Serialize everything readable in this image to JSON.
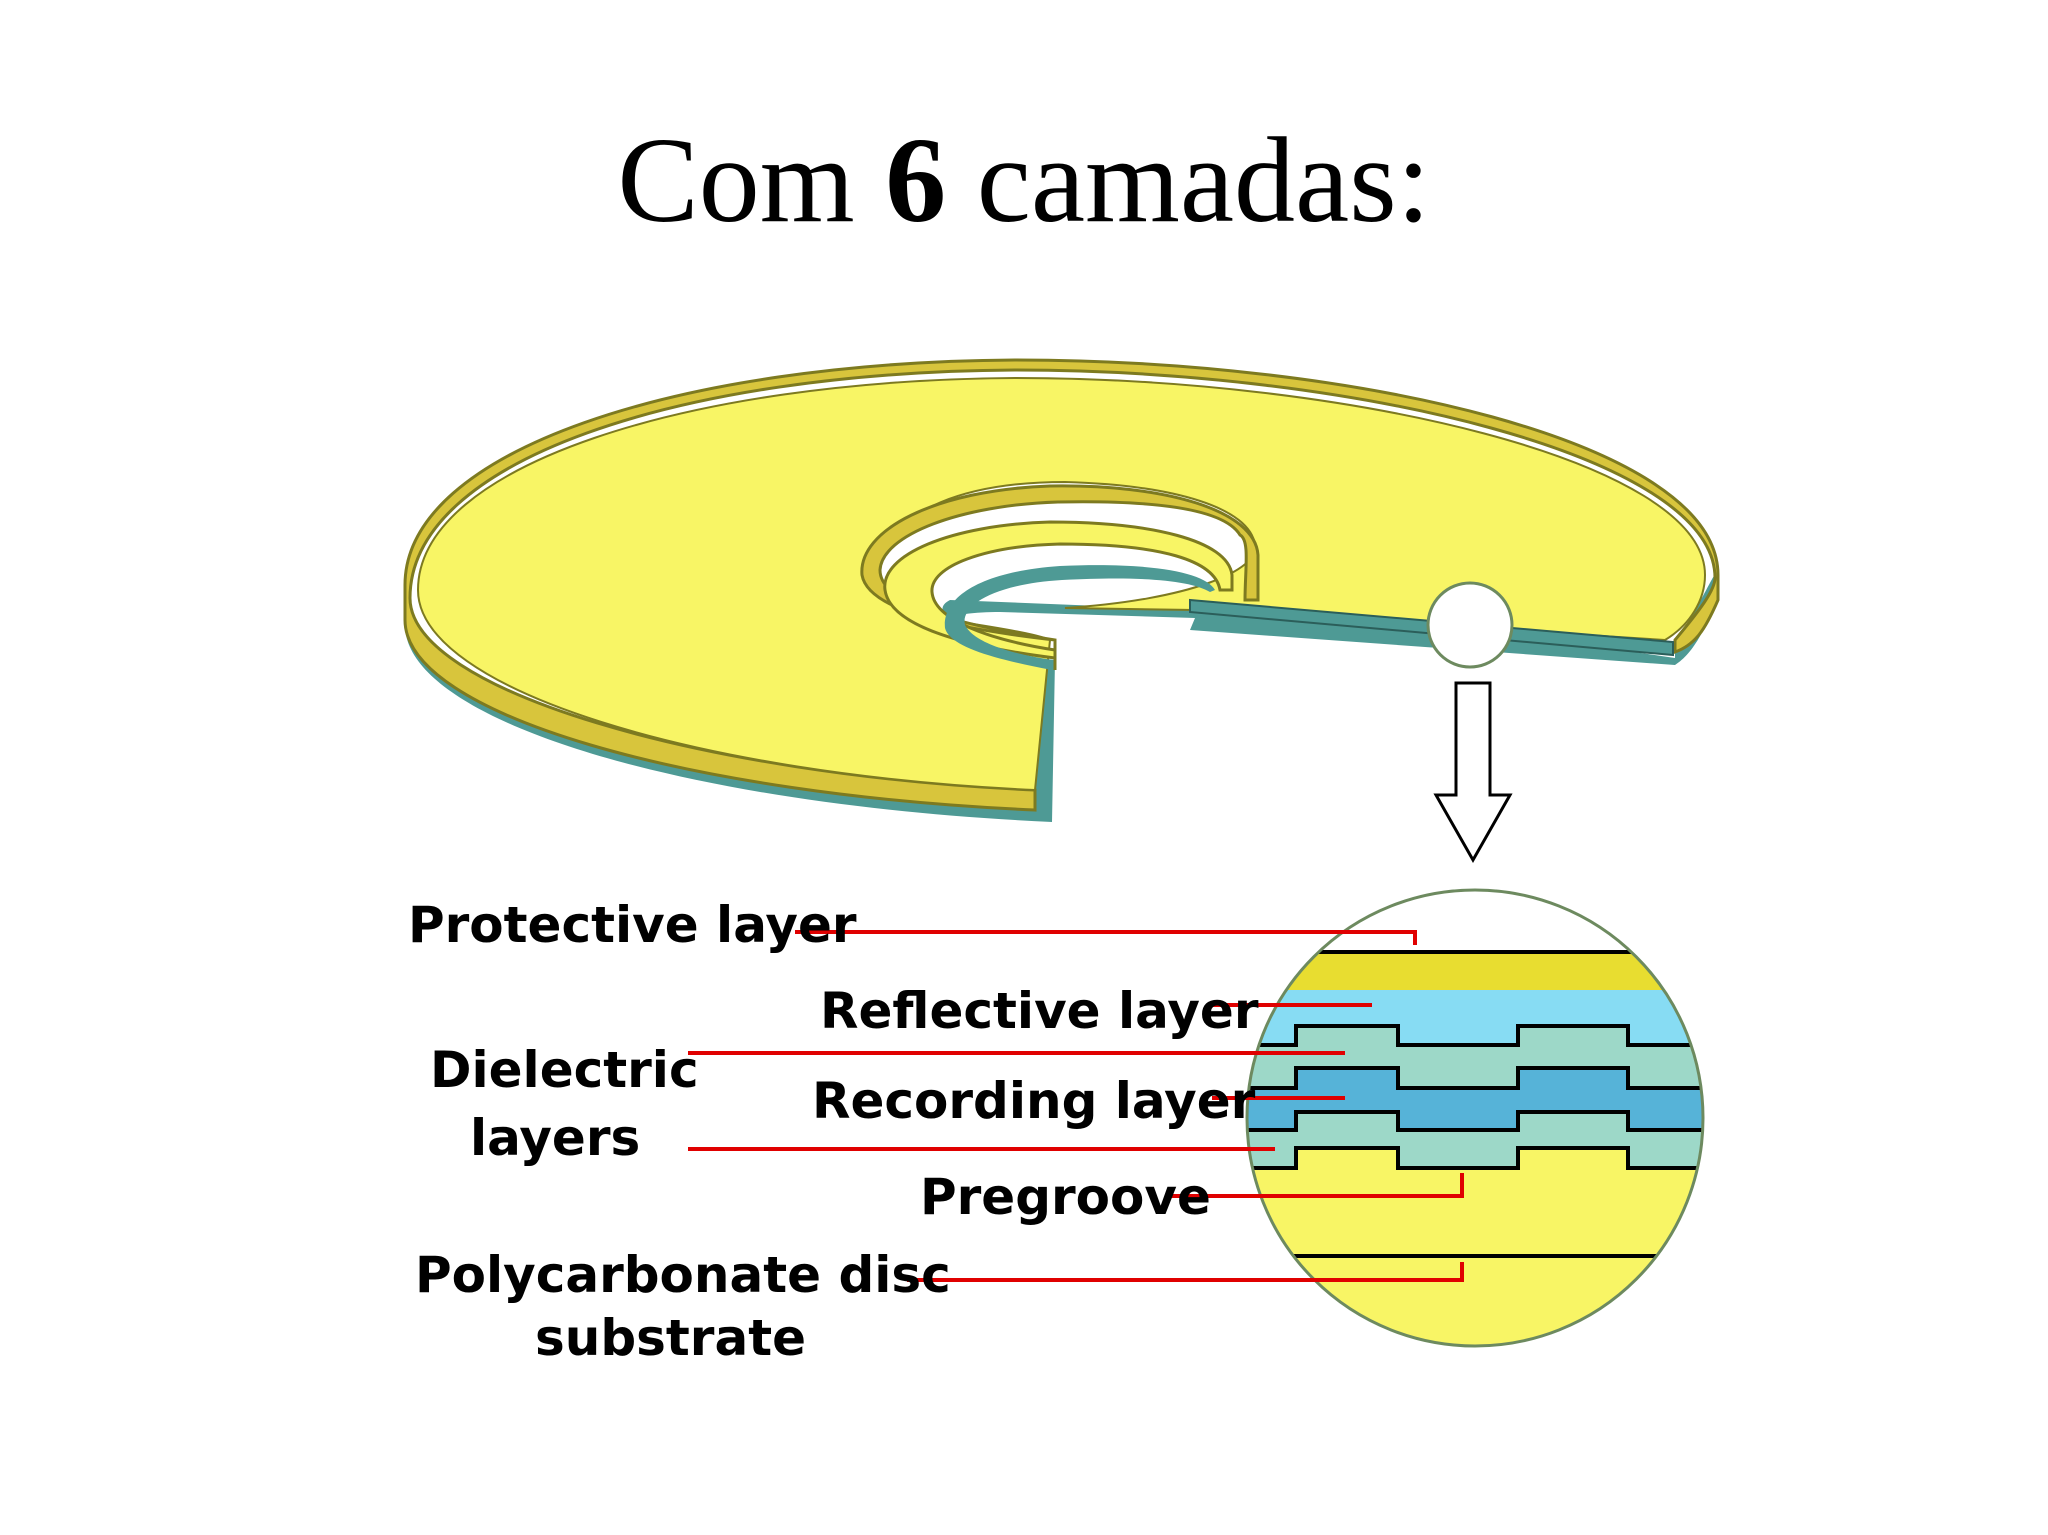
{
  "title": {
    "prefix": "Com",
    "number": "6",
    "suffix": "camadas:"
  },
  "labels": {
    "protective": "Protective layer",
    "reflective": "Reflective layer",
    "dielectric_line1": "Dielectric",
    "dielectric_line2": "layers",
    "recording": "Recording layer",
    "pregroove": "Pregroove",
    "substrate_line1": "Polycarbonate disc",
    "substrate_line2": "substrate"
  },
  "colors": {
    "disc_top": "#f8f565",
    "disc_edge": "#d8c53c",
    "disc_bottom": "#4e9a95",
    "protective": "#ffffff",
    "reflective_metal": "#e8dd30",
    "reflective": "#87dcf3",
    "dielectric": "#9dd8c8",
    "recording": "#56b3d8",
    "substrate": "#f8f565",
    "leader": "#e00000"
  }
}
